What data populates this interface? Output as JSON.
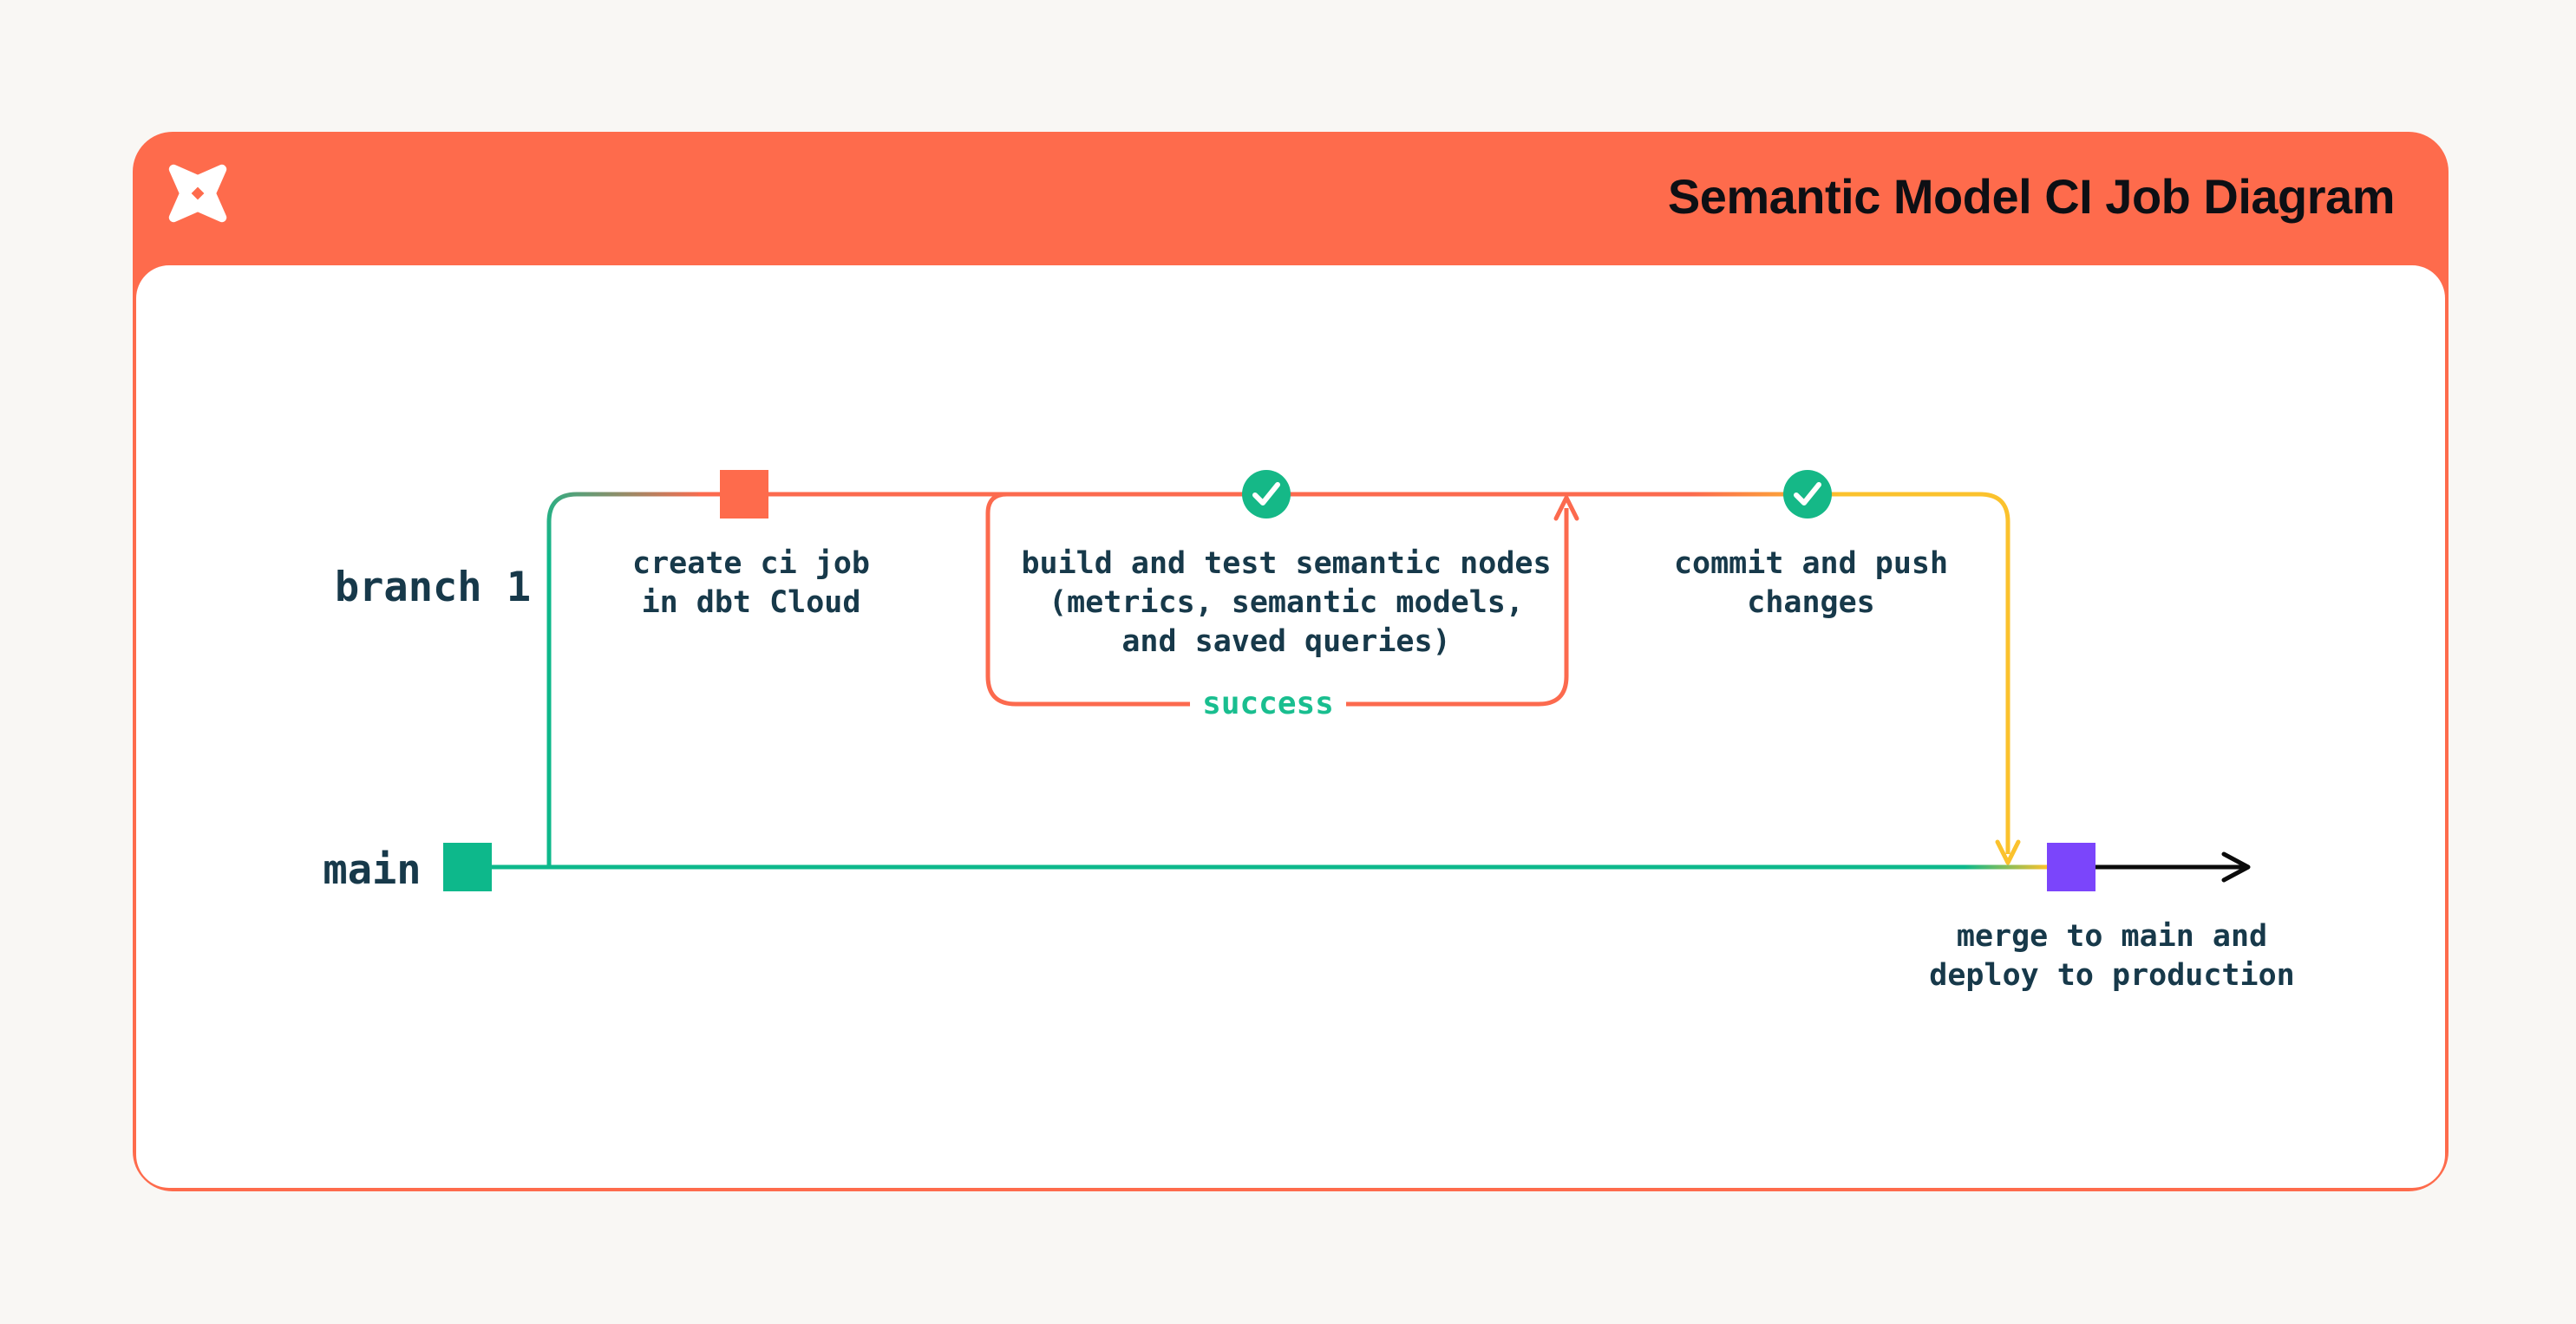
{
  "header": {
    "title": "Semantic Model CI Job Diagram",
    "logo": "dbt-logo"
  },
  "diagram": {
    "branch1_label": "branch 1",
    "main_label": "main",
    "steps": {
      "create_ci": "create ci job\nin dbt Cloud",
      "build_test": "build and test semantic nodes\n(metrics, semantic models,\nand saved queries)",
      "success": "success",
      "commit_push": "commit and push\nchanges",
      "merge_deploy": "merge to main and\ndeploy to production"
    }
  },
  "colors": {
    "orange": "#FE6B4C",
    "line_orange": "#FC6A4E",
    "green": "#0DB88B",
    "check_circle_green": "#15B887",
    "success_green": "#19BE8F",
    "yellow": "#FBC22D",
    "purple": "#7B45FB",
    "text_navy": "#17394A",
    "title_black": "#0D0F14",
    "page_background": "#F9F7F4"
  }
}
